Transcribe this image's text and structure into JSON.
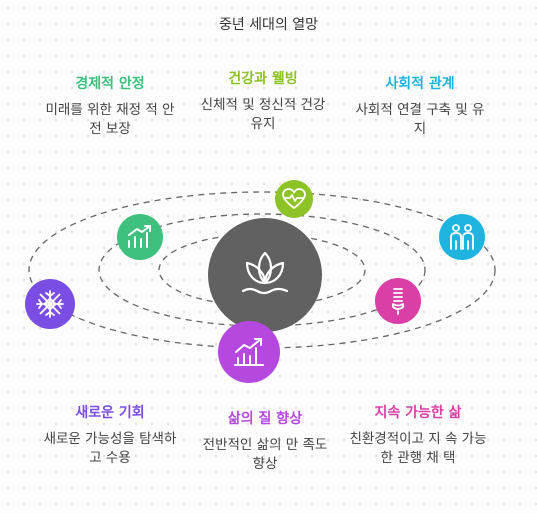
{
  "title": "중년 세대의 열망",
  "center": {
    "icon": "lotus-icon",
    "color": "#616161"
  },
  "goals": [
    {
      "id": "financial",
      "label": "경제적 안정",
      "description": "미래를 위한 재정 적 안전 보장",
      "color": "#3ec17e",
      "icon": "growth-chart-icon"
    },
    {
      "id": "health",
      "label": "건강과 웰빙",
      "description": "신체적 및 정신적 건강 유지",
      "color": "#8dc326",
      "icon": "heart-pulse-icon"
    },
    {
      "id": "social",
      "label": "사회적 관계",
      "description": "사회적 연결 구축 및 유지",
      "color": "#1fb4df",
      "icon": "family-icon"
    },
    {
      "id": "opportunity",
      "label": "새로운 기회",
      "description": "새로운 가능성을 탐색하고 수용",
      "color": "#7b4ee3",
      "icon": "snowflake-icon"
    },
    {
      "id": "quality",
      "label": "삶의 질 향상",
      "description": "전반적인 삶의 만 족도 향상",
      "color": "#b548df",
      "icon": "rising-chart-icon"
    },
    {
      "id": "sustainable",
      "label": "지속 가능한 삶",
      "description": "친환경적이고 지 속 가능한 관행 채 택",
      "color": "#d93fa4",
      "icon": "eco-bulb-icon"
    }
  ]
}
